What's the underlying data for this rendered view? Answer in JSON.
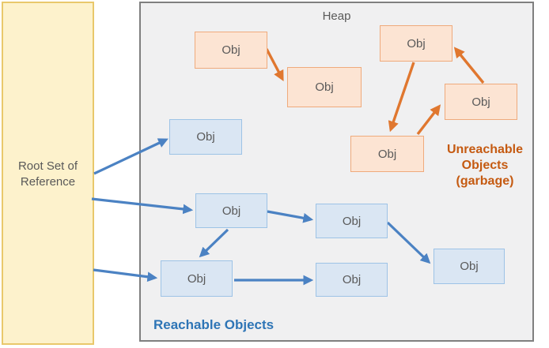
{
  "root_set": {
    "line1": "Root Set of",
    "line2": "Reference"
  },
  "heap": {
    "label": "Heap"
  },
  "captions": {
    "reachable": "Reachable Objects",
    "unreachable_line1": "Unreachable",
    "unreachable_line2": "Objects",
    "unreachable_line3": "(garbage)"
  },
  "nodes": {
    "reachable": [
      {
        "label": "Obj"
      },
      {
        "label": "Obj"
      },
      {
        "label": "Obj"
      },
      {
        "label": "Obj"
      },
      {
        "label": "Obj"
      },
      {
        "label": "Obj"
      }
    ],
    "unreachable": [
      {
        "label": "Obj"
      },
      {
        "label": "Obj"
      },
      {
        "label": "Obj"
      },
      {
        "label": "Obj"
      },
      {
        "label": "Obj"
      }
    ]
  },
  "colors": {
    "root_fill": "#fdf2cc",
    "root_border": "#e9c86b",
    "heap_fill": "#f0f0f1",
    "heap_border": "#7f7f7f",
    "reachable_fill": "#dae6f3",
    "reachable_border": "#9dc3e6",
    "unreachable_fill": "#fce4d3",
    "unreachable_border": "#efaa7c",
    "blue_arrow": "#4b82c3",
    "orange_arrow": "#e0772f",
    "reachable_text": "#2e75b6",
    "unreachable_text": "#c55a11",
    "label_text": "#595959"
  }
}
